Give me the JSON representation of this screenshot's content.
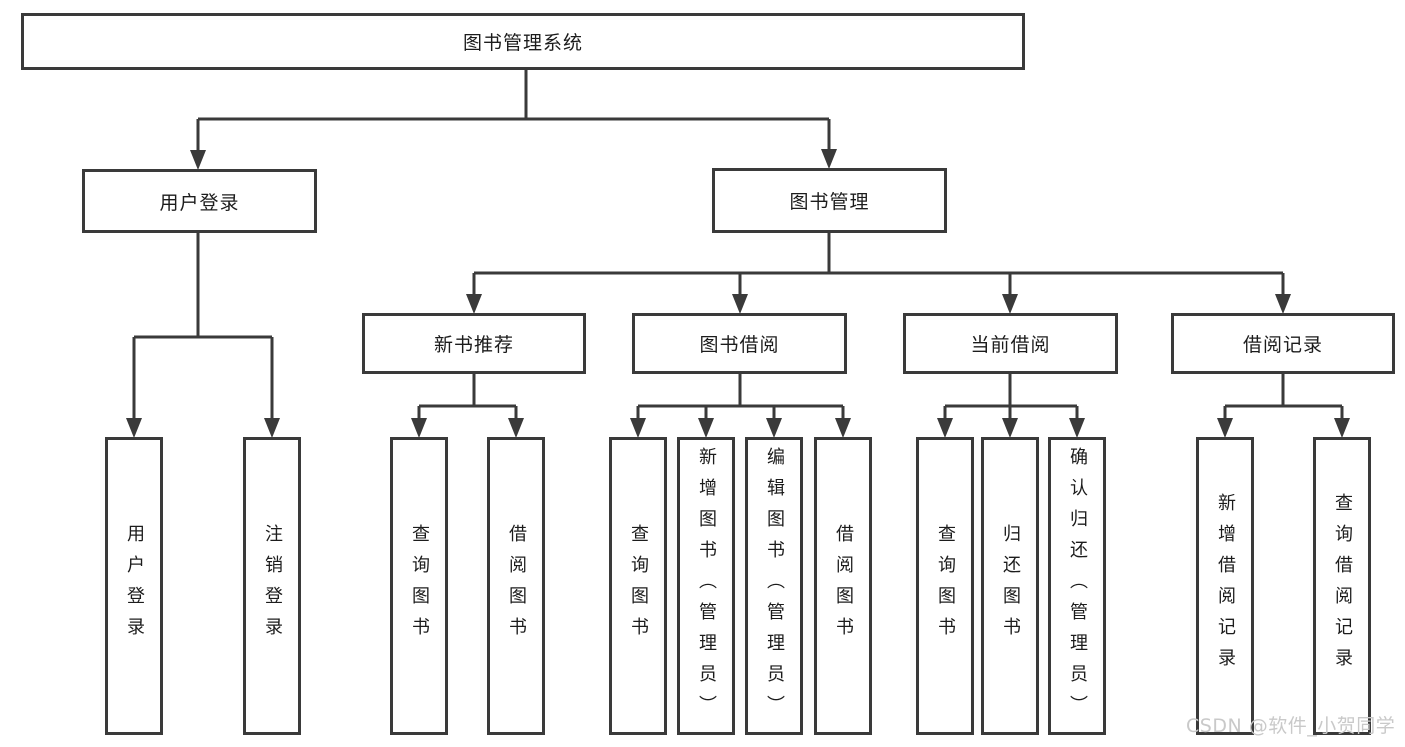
{
  "tree": {
    "root_label": "图书管理系统",
    "branches": [
      {
        "label": "用户登录",
        "leaves": [
          "用户登录",
          "注销登录"
        ]
      },
      {
        "label": "图书管理",
        "groups": [
          {
            "label": "新书推荐",
            "leaves": [
              "查询图书",
              "借阅图书"
            ]
          },
          {
            "label": "图书借阅",
            "leaves": [
              "查询图书",
              "新增图书（管理员）",
              "编辑图书（管理员）",
              "借阅图书"
            ]
          },
          {
            "label": "当前借阅",
            "leaves": [
              "查询图书",
              "归还图书",
              "确认归还（管理员）"
            ]
          },
          {
            "label": "借阅记录",
            "leaves": [
              "新增借阅记录",
              "查询借阅记录"
            ]
          }
        ]
      }
    ]
  },
  "watermark": {
    "text": "CSDN @软件_小贺同学",
    "color": "#c9c9c9"
  },
  "colors": {
    "line": "#3a3a3a",
    "node_border": "#3a3a3a",
    "node_fill": "#ffffff",
    "text": "#1c1c1c",
    "background": "#ffffff"
  }
}
